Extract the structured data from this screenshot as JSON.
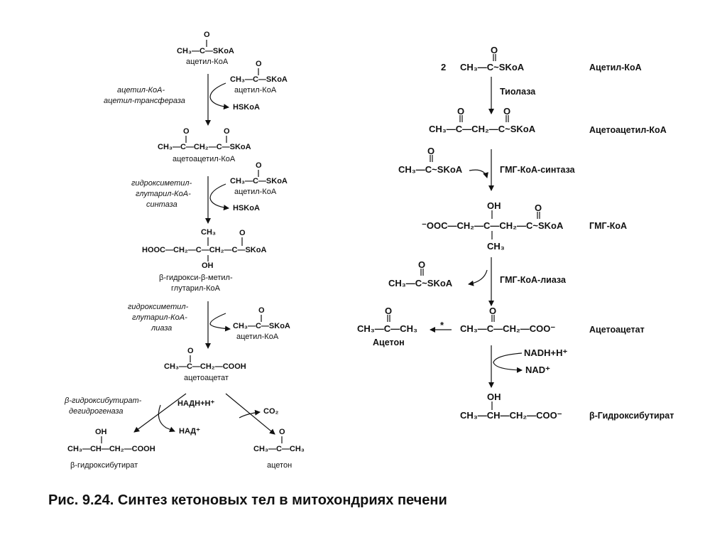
{
  "left": {
    "acetyl1": {
      "o": "O",
      "formula": "CH₃—C—SKoA",
      "name": "ацетил-КоА"
    },
    "acetyl2": {
      "o": "O",
      "formula": "CH₃—C—SKoA",
      "name": "ацетил-КоА"
    },
    "hskoa1": "HSKoA",
    "enzyme1": [
      "ацетил-КоА-",
      "ацетил-трансфераза"
    ],
    "acetoacetyl": {
      "o1": "O",
      "o2": "O",
      "formula": "CH₃—C—CH₂—C—SKoA",
      "name": "ацетоацетил-КоА"
    },
    "enzyme2": [
      "гидроксиметил-",
      "глутарил-КоА-",
      "синтаза"
    ],
    "acetyl3": {
      "o": "O",
      "formula": "CH₃—C—SKoA",
      "name": "ацетил-КоА"
    },
    "hskoa2": "HSKoA",
    "hmg": {
      "ch3": "CH₃",
      "o": "O",
      "formula": "HOOC—CH₂—C—CH₂—C—SKoA",
      "oh": "OH",
      "name": [
        "β-гидрокси-β-метил-",
        "глутарил-КоА"
      ]
    },
    "enzyme3": [
      "гидроксиметил-",
      "глутарил-КоА-",
      "лиаза"
    ],
    "acetyl4": {
      "o": "O",
      "formula": "CH₃—C—SKoA",
      "name": "ацетил-КоА"
    },
    "acetoacetate": {
      "o": "O",
      "formula": "CH₃—C—CH₂—COOH",
      "name": "ацетоацетат"
    },
    "enzyme4": [
      "β-гидроксибутират-",
      "дегидрогеназа"
    ],
    "nadh": "НАДН+H⁺",
    "nad": "НАД⁺",
    "co2": "CO₂",
    "hydroxybutyrate": {
      "oh": "OH",
      "formula": "CH₃—CH—CH₂—COOH",
      "name": "β-гидроксибутират"
    },
    "acetone": {
      "o": "O",
      "formula": "CH₃—C—CH₃",
      "name": "ацетон"
    }
  },
  "right": {
    "row1": {
      "coef": "2",
      "o": "O",
      "formula": "CH₃—C~SKoA",
      "label": "Ацетил-КоА"
    },
    "thiolase": "Тиолаза",
    "row2": {
      "o1": "O",
      "o2": "O",
      "formula": "CH₃—C—CH₂—C~SKoA",
      "label": "Ацетоацетил-КоА"
    },
    "side1": {
      "o": "O",
      "formula": "CH₃—C~SKoA"
    },
    "hmg_synthase": "ГМГ-КоА-синтаза",
    "row3": {
      "oh": "OH",
      "o": "O",
      "formula": "⁻OOC—CH₂—C—CH₂—C~SKoA",
      "ch3": "CH₃",
      "label": "ГМГ-КоА"
    },
    "side2": {
      "o": "O",
      "formula": "CH₃—C~SKoA"
    },
    "hmg_lyase": "ГМГ-КоА-лиаза",
    "acetone": {
      "o": "O",
      "formula": "CH₃—C—CH₃",
      "name": "Ацетон"
    },
    "star": "*",
    "row4": {
      "o": "O",
      "formula": "CH₃—C—CH₂—COO⁻",
      "label": "Ацетоацетат"
    },
    "nadh": "NADH+H⁺",
    "nad": "NAD⁺",
    "row5": {
      "oh": "OH",
      "formula": "CH₃—CH—CH₂—COO⁻",
      "label": "β-Гидроксибутират"
    }
  },
  "caption": "Рис. 9.24. Синтез кетоновых тел в митохондриях печени"
}
